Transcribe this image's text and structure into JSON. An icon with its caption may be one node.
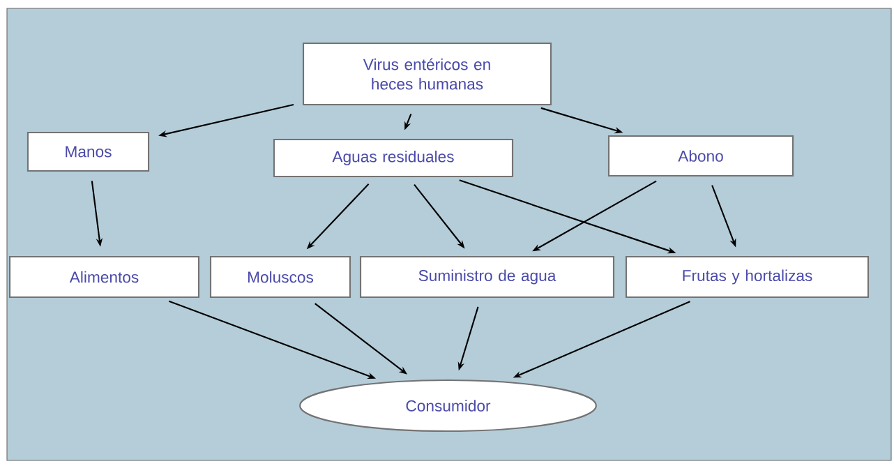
{
  "diagram": {
    "nodes": [
      {
        "text": [
          "Virus entéricos en heces humanas"
        ]
      },
      {
        "text": [
          "Manos"
        ]
      },
      {
        "text": [
          "Aguas residuales"
        ]
      },
      {
        "text": [
          "Abono"
        ]
      },
      {
        "text": [
          "Alimentos"
        ]
      },
      {
        "text": [
          "Moluscos"
        ]
      },
      {
        "text": [
          "Suministro de agua"
        ]
      },
      {
        "text": [
          "Frutas y hortalizas"
        ]
      },
      {
        "text": [
          "Consumidor"
        ]
      }
    ],
    "edges": [
      {
        "from": 0,
        "to": 1,
        "arrow": "to"
      },
      {
        "from": 0,
        "to": 2,
        "arrow": "to"
      },
      {
        "from": 0,
        "to": 3,
        "arrow": "to"
      },
      {
        "from": 1,
        "to": 4,
        "arrow": "to"
      },
      {
        "from": 2,
        "to": 5,
        "arrow": "to"
      },
      {
        "from": 2,
        "to": 6,
        "arrow": "to"
      },
      {
        "from": 2,
        "to": 7,
        "arrow": "to"
      },
      {
        "from": 3,
        "to": 6,
        "arrow": "to"
      },
      {
        "from": 3,
        "to": 7,
        "arrow": "to"
      },
      {
        "from": 4,
        "to": 8,
        "arrow": "to"
      },
      {
        "from": 5,
        "to": 8,
        "arrow": "to"
      },
      {
        "from": 6,
        "to": 8,
        "arrow": "to"
      },
      {
        "from": 7,
        "to": 8,
        "arrow": "to"
      }
    ]
  }
}
